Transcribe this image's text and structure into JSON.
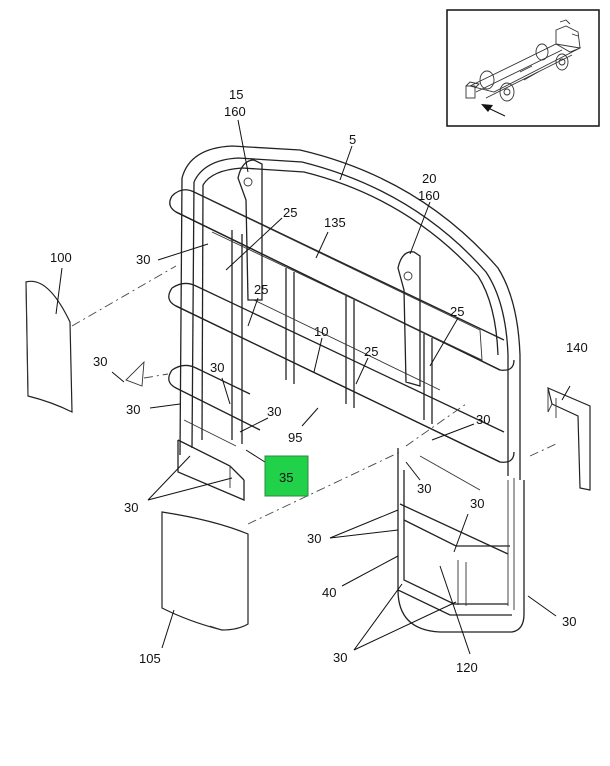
{
  "highlight_color": "#22d14a",
  "callouts": [
    {
      "id": "c15",
      "text": "15"
    },
    {
      "id": "c160a",
      "text": "160"
    },
    {
      "id": "c5",
      "text": "5"
    },
    {
      "id": "c20",
      "text": "20"
    },
    {
      "id": "c160b",
      "text": "160"
    },
    {
      "id": "c135",
      "text": "135"
    },
    {
      "id": "c25a",
      "text": "25"
    },
    {
      "id": "c25b",
      "text": "25"
    },
    {
      "id": "c25c",
      "text": "25"
    },
    {
      "id": "c25d",
      "text": "25"
    },
    {
      "id": "c10",
      "text": "10"
    },
    {
      "id": "c100",
      "text": "100"
    },
    {
      "id": "c30a",
      "text": "30"
    },
    {
      "id": "c30b",
      "text": "30"
    },
    {
      "id": "c30c",
      "text": "30"
    },
    {
      "id": "c30d",
      "text": "30"
    },
    {
      "id": "c30e",
      "text": "30"
    },
    {
      "id": "c95",
      "text": "95"
    },
    {
      "id": "c35",
      "text": "35"
    },
    {
      "id": "c30f",
      "text": "30"
    },
    {
      "id": "c140",
      "text": "140"
    },
    {
      "id": "c30g",
      "text": "30"
    },
    {
      "id": "c30h",
      "text": "30"
    },
    {
      "id": "c30i",
      "text": "30"
    },
    {
      "id": "c30j",
      "text": "30"
    },
    {
      "id": "c40",
      "text": "40"
    },
    {
      "id": "c30k",
      "text": "30"
    },
    {
      "id": "c105",
      "text": "105"
    },
    {
      "id": "c30l",
      "text": "30"
    },
    {
      "id": "c120",
      "text": "120"
    }
  ]
}
